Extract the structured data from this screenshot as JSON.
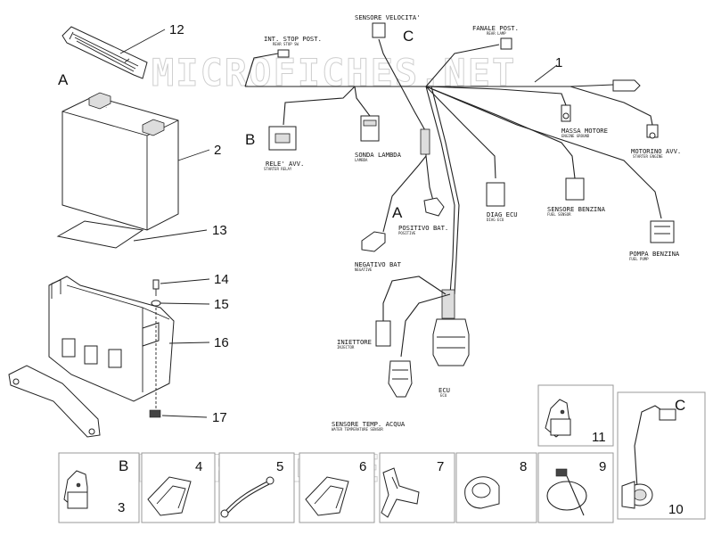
{
  "watermark": "MICROFICHES.NET",
  "callouts": {
    "n1": "1",
    "n2": "2",
    "n3": "3",
    "n4": "4",
    "n5": "5",
    "n6": "6",
    "n7": "7",
    "n8": "8",
    "n9": "9",
    "n10": "10",
    "n11": "11",
    "n12": "12",
    "n13": "13",
    "n14": "14",
    "n15": "15",
    "n16": "16",
    "n17": "17"
  },
  "letters": {
    "a1": "A",
    "a2": "A",
    "b1": "B",
    "b2": "B",
    "c1": "C",
    "c2": "C"
  },
  "labels": {
    "sensore_velocita": "SENSORE VELOCITA'",
    "int_stop": {
      "main": "INT. STOP POST.",
      "sub": "REAR STOP SW"
    },
    "fanale": {
      "main": "FANALE POST.",
      "sub": "REAR LAMP"
    },
    "rele": {
      "main": "RELE' AVV.",
      "sub": "STARTER RELAY"
    },
    "sonda": {
      "main": "SONDA LAMBDA",
      "sub": "LAMBDA"
    },
    "massa": {
      "main": "MASSA MOTORE",
      "sub": "ENGINE GROUND"
    },
    "motorino": {
      "main": "MOTORINO AVV.",
      "sub": "STARTER ENGINE"
    },
    "diag": {
      "main": "DIAG ECU",
      "sub": "DIAG ECU"
    },
    "sensore_benzina": {
      "main": "SENSORE BENZINA",
      "sub": "FUEL SENSOR"
    },
    "pompa": {
      "main": "POMPA BENZINA",
      "sub": "FUEL PUMP"
    },
    "positivo": {
      "main": "POSITIVO BAT.",
      "sub": "POSITIVE"
    },
    "negativo": {
      "main": "NEGATIVO BAT",
      "sub": "NEGATIVE"
    },
    "iniettore": {
      "main": "INIETTORE",
      "sub": "INJECTOR"
    },
    "ecu": {
      "main": "ECU",
      "sub": "ECU"
    },
    "sensore_temp": {
      "main": "SENSORE TEMP. ACQUA",
      "sub": "WATER TEMPERATURE SENSOR"
    }
  },
  "icons": [
    "battery-icon",
    "battery-strap-icon",
    "battery-pad-icon",
    "battery-tray-icon",
    "screw-icon",
    "washer-icon",
    "clip-nut-icon",
    "wiring-harness-icon",
    "relay-icon",
    "clamp-icon",
    "cable-tie-icon",
    "speed-sensor-icon"
  ]
}
